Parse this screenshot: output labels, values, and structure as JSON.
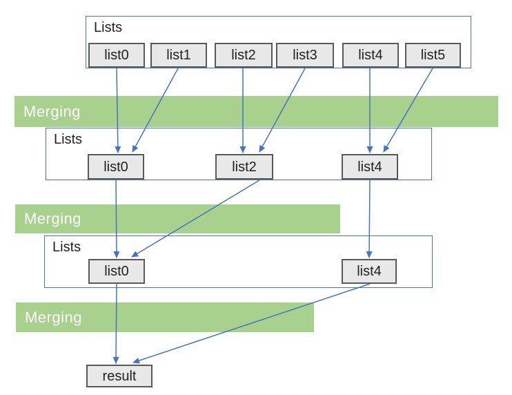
{
  "colors": {
    "line": "#4472C4",
    "box_border": "#4472C4",
    "bar_fill": "#A9D18E",
    "bar_text": "#FDFDFB",
    "item_fill": "#E8E8E8",
    "item_border": "#595959",
    "text": "#1F1F1F"
  },
  "stages": {
    "stage1": {
      "label": "Lists",
      "items": [
        {
          "label": "list0"
        },
        {
          "label": "list1"
        },
        {
          "label": "list2"
        },
        {
          "label": "list3"
        },
        {
          "label": "list4"
        },
        {
          "label": "list5"
        }
      ]
    },
    "stage2": {
      "label": "Lists",
      "items": [
        {
          "label": "list0"
        },
        {
          "label": "list2"
        },
        {
          "label": "list4"
        }
      ]
    },
    "stage3": {
      "label": "Lists",
      "items": [
        {
          "label": "list0"
        },
        {
          "label": "list4"
        }
      ]
    }
  },
  "merging_bars": [
    {
      "label": "Merging"
    },
    {
      "label": "Merging"
    },
    {
      "label": "Merging"
    }
  ],
  "result": {
    "label": "result"
  },
  "arrows": [
    {
      "from": "stage1.list0",
      "to": "stage2.list0"
    },
    {
      "from": "stage1.list1",
      "to": "stage2.list0"
    },
    {
      "from": "stage1.list2",
      "to": "stage2.list2"
    },
    {
      "from": "stage1.list3",
      "to": "stage2.list2"
    },
    {
      "from": "stage1.list4",
      "to": "stage2.list4"
    },
    {
      "from": "stage1.list5",
      "to": "stage2.list4"
    },
    {
      "from": "stage2.list0",
      "to": "stage3.list0"
    },
    {
      "from": "stage2.list2",
      "to": "stage3.list0"
    },
    {
      "from": "stage2.list4",
      "to": "stage3.list4"
    },
    {
      "from": "stage3.list0",
      "to": "result"
    },
    {
      "from": "stage3.list4",
      "to": "result"
    }
  ]
}
